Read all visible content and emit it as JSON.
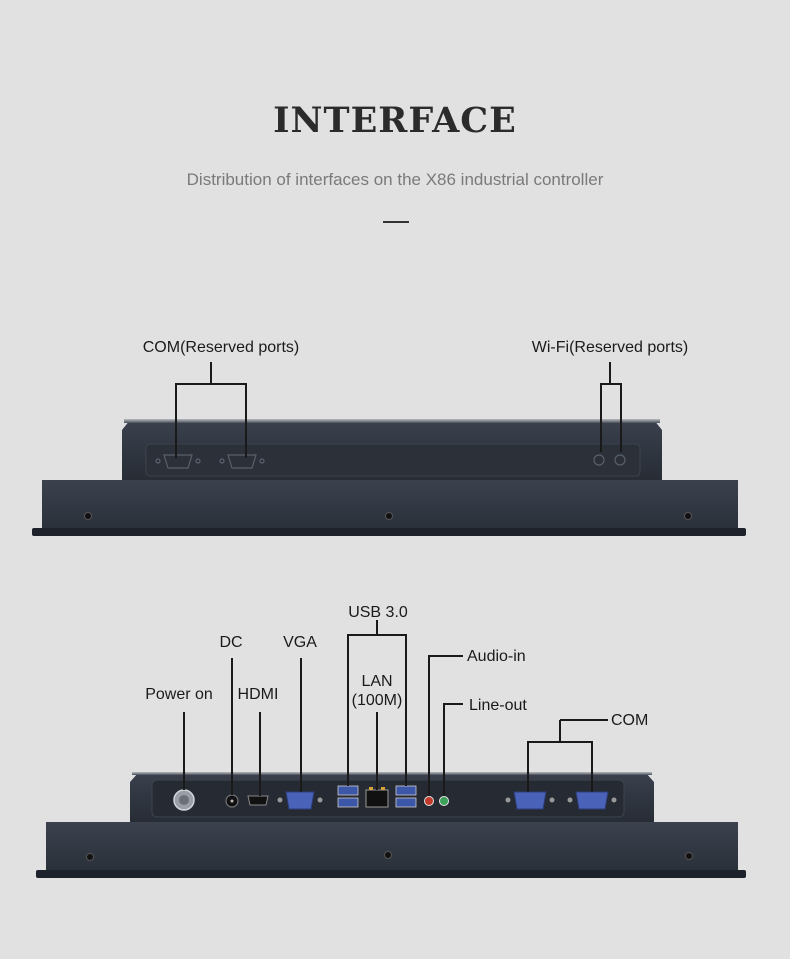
{
  "header": {
    "title": "INTERFACE",
    "subtitle": "Distribution of interfaces on the X86 industrial controller"
  },
  "top_view": {
    "labels": {
      "com": "COM(Reserved ports)",
      "wifi": "Wi-Fi(Reserved ports)"
    }
  },
  "bottom_view": {
    "labels": {
      "power": "Power on",
      "dc": "DC",
      "hdmi": "HDMI",
      "vga": "VGA",
      "usb": "USB 3.0",
      "lan_line1": "LAN",
      "lan_line2": "(100M)",
      "audio_in": "Audio-in",
      "line_out": "Line-out",
      "com": "COM"
    }
  },
  "colors": {
    "background": "#e1e1e1",
    "device_body": "#2f3540",
    "device_edge": "#1e232b",
    "port_blue": "#4a63b8",
    "audio_red": "#c0392b",
    "audio_green": "#3aa05a",
    "leader_line": "#1a1a1a"
  }
}
